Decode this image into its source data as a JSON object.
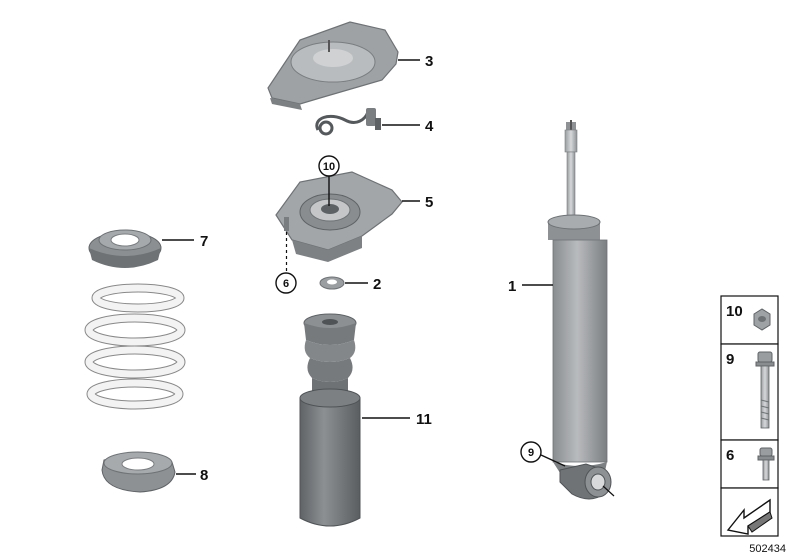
{
  "diagram": {
    "callouts": {
      "c1": "1",
      "c2": "2",
      "c3": "3",
      "c4": "4",
      "c5": "5",
      "c7": "7",
      "c8": "8",
      "c11": "11"
    },
    "circled": {
      "c10": "10",
      "c6": "6",
      "c9": "9"
    },
    "legend": {
      "r10": "10",
      "r9": "9",
      "r6": "6"
    },
    "drawing_number": "502434"
  },
  "colors": {
    "part_gray": "#a9acae",
    "part_dark": "#6e7275",
    "spring_white": "#f3f3f3",
    "line": "#111111"
  }
}
